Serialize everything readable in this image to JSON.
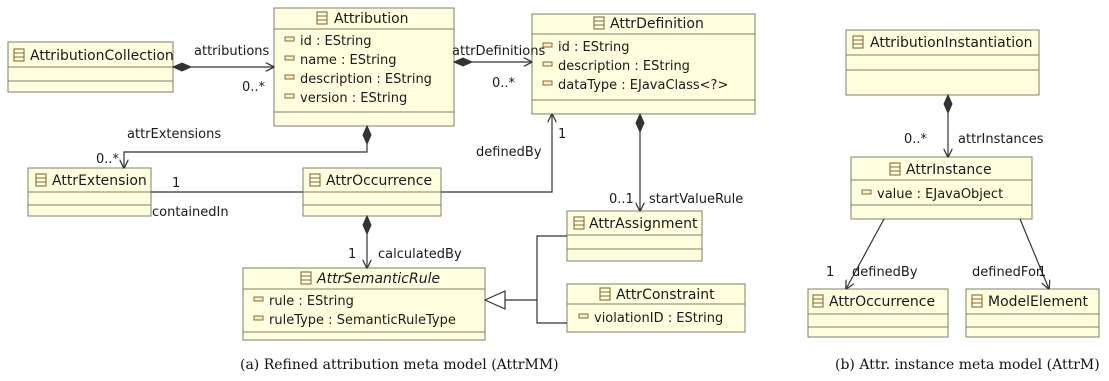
{
  "colors": {
    "class_fill": "#ffffdf",
    "class_border": "#7f7f6a",
    "line": "#333333",
    "icon": "#8a6a3a"
  },
  "classes": {
    "attribution": {
      "name": "Attribution",
      "attrs": [
        "id : EString",
        "name : EString",
        "description : EString",
        "version : EString"
      ]
    },
    "attribution_collection": {
      "name": "AttributionCollection",
      "attrs": []
    },
    "attr_definition": {
      "name": "AttrDefinition",
      "attrs": [
        "id : EString",
        "description : EString",
        "dataType : EJavaClass<?>"
      ]
    },
    "attr_extension": {
      "name": "AttrExtension",
      "attrs": []
    },
    "attr_occurrence": {
      "name": "AttrOccurrence",
      "attrs": []
    },
    "attr_assignment": {
      "name": "AttrAssignment",
      "attrs": []
    },
    "attr_semantic_rule": {
      "name": "AttrSemanticRule",
      "attrs": [
        "rule : EString",
        "ruleType : SemanticRuleType"
      ]
    },
    "attr_constraint": {
      "name": "AttrConstraint",
      "attrs": [
        "violationID : EString"
      ]
    },
    "attribution_instantiation": {
      "name": "AttributionInstantiation",
      "attrs": []
    },
    "attr_instance": {
      "name": "AttrInstance",
      "attrs": [
        "value : EJavaObject"
      ]
    },
    "attr_occurrence_b": {
      "name": "AttrOccurrence",
      "attrs": []
    },
    "model_element": {
      "name": "ModelElement",
      "attrs": []
    }
  },
  "labels": {
    "attributions": "attributions",
    "attributions_mult": "0..*",
    "attr_definitions": "attrDefinitions",
    "attr_definitions_mult": "0..*",
    "attr_extensions": "attrExtensions",
    "attr_extensions_mult": "0..*",
    "contained_in": "containedIn",
    "contained_in_mult": "1",
    "defined_by": "definedBy",
    "defined_by_mult": "1",
    "start_value_rule": "startValueRule",
    "start_value_rule_mult": "0..1",
    "calculated_by": "calculatedBy",
    "calculated_by_mult": "1",
    "attr_instances": "attrInstances",
    "attr_instances_mult": "0..*",
    "b_defined_by": "definedBy",
    "b_defined_by_mult": "1",
    "b_defined_for": "definedFor",
    "b_defined_for_mult": "1"
  },
  "captions": {
    "a": "(a)  Refined attribution meta model (AttrMM)",
    "b": "(b)  Attr. instance meta model (AttrM)"
  }
}
